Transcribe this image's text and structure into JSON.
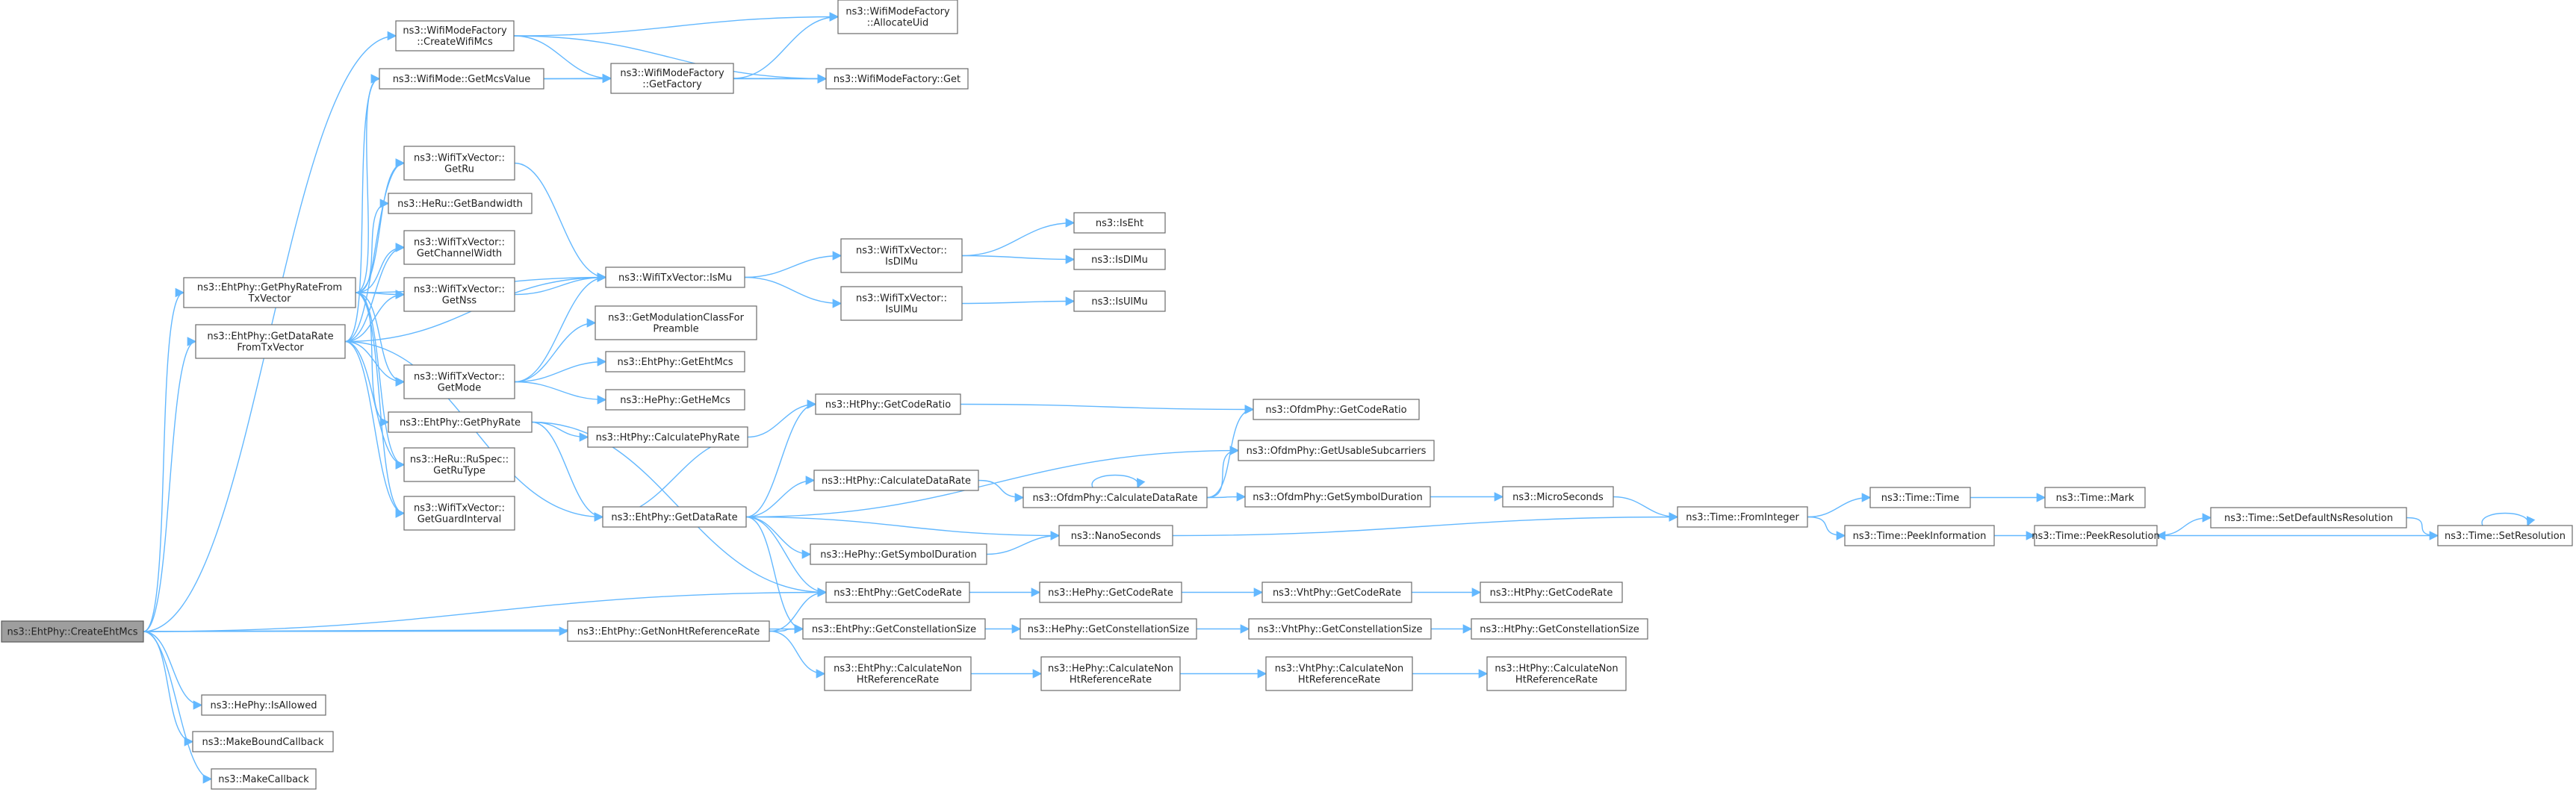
{
  "diagram": {
    "nodes": [
      {
        "id": "root",
        "lines": [
          "ns3::EhtPhy::CreateEhtMcs"
        ]
      },
      {
        "id": "createWifiMcs",
        "lines": [
          "ns3::WifiModeFactory",
          "::CreateWifiMcs"
        ]
      },
      {
        "id": "getMcsValue",
        "lines": [
          "ns3::WifiMode::GetMcsValue"
        ]
      },
      {
        "id": "allocateUid",
        "lines": [
          "ns3::WifiModeFactory",
          "::AllocateUid"
        ]
      },
      {
        "id": "factoryGet",
        "lines": [
          "ns3::WifiModeFactory::Get"
        ]
      },
      {
        "id": "getFactory",
        "lines": [
          "ns3::WifiModeFactory",
          "::GetFactory"
        ]
      },
      {
        "id": "getRu",
        "lines": [
          "ns3::WifiTxVector::",
          "GetRu"
        ]
      },
      {
        "id": "heRuGetBw",
        "lines": [
          "ns3::HeRu::GetBandwidth"
        ]
      },
      {
        "id": "getChannelWidth",
        "lines": [
          "ns3::WifiTxVector::",
          "GetChannelWidth"
        ]
      },
      {
        "id": "getNss",
        "lines": [
          "ns3::WifiTxVector::",
          "GetNss"
        ]
      },
      {
        "id": "getMode",
        "lines": [
          "ns3::WifiTxVector::",
          "GetMode"
        ]
      },
      {
        "id": "getPhyRateFromTx",
        "lines": [
          "ns3::EhtPhy::GetPhyRateFrom",
          "TxVector"
        ]
      },
      {
        "id": "getDataRateFromTx",
        "lines": [
          "ns3::EhtPhy::GetDataRate",
          "FromTxVector"
        ]
      },
      {
        "id": "ehtGetPhyRate",
        "lines": [
          "ns3::EhtPhy::GetPhyRate"
        ]
      },
      {
        "id": "getRuType",
        "lines": [
          "ns3::HeRu::RuSpec::",
          "GetRuType"
        ]
      },
      {
        "id": "getGuardInterval",
        "lines": [
          "ns3::WifiTxVector::",
          "GetGuardInterval"
        ]
      },
      {
        "id": "isMu",
        "lines": [
          "ns3::WifiTxVector::IsMu"
        ]
      },
      {
        "id": "getModClass",
        "lines": [
          "ns3::GetModulationClassFor",
          "Preamble"
        ]
      },
      {
        "id": "getEhtMcs",
        "lines": [
          "ns3::EhtPhy::GetEhtMcs"
        ]
      },
      {
        "id": "getHeMcs",
        "lines": [
          "ns3::HePhy::GetHeMcs"
        ]
      },
      {
        "id": "isDlMuVec",
        "lines": [
          "ns3::WifiTxVector::",
          "IsDlMu"
        ]
      },
      {
        "id": "isUlMuVec",
        "lines": [
          "ns3::WifiTxVector::",
          "IsUlMu"
        ]
      },
      {
        "id": "isEht",
        "lines": [
          "ns3::IsEht"
        ]
      },
      {
        "id": "isDlMu",
        "lines": [
          "ns3::IsDlMu"
        ]
      },
      {
        "id": "isUlMu",
        "lines": [
          "ns3::IsUlMu"
        ]
      },
      {
        "id": "htCalcPhyRate",
        "lines": [
          "ns3::HtPhy::CalculatePhyRate"
        ]
      },
      {
        "id": "htGetCodeRatio",
        "lines": [
          "ns3::HtPhy::GetCodeRatio"
        ]
      },
      {
        "id": "ofdmGetCodeRatio",
        "lines": [
          "ns3::OfdmPhy::GetCodeRatio"
        ]
      },
      {
        "id": "ofdmUsable",
        "lines": [
          "ns3::OfdmPhy::GetUsableSubcarriers"
        ]
      },
      {
        "id": "htCalcDataRate",
        "lines": [
          "ns3::HtPhy::CalculateDataRate"
        ]
      },
      {
        "id": "ofdmCalcDataRate",
        "lines": [
          "ns3::OfdmPhy::CalculateDataRate"
        ]
      },
      {
        "id": "ofdmSymbolDur",
        "lines": [
          "ns3::OfdmPhy::GetSymbolDuration"
        ]
      },
      {
        "id": "microSeconds",
        "lines": [
          "ns3::MicroSeconds"
        ]
      },
      {
        "id": "ehtGetDataRate",
        "lines": [
          "ns3::EhtPhy::GetDataRate"
        ]
      },
      {
        "id": "heSymbolDur",
        "lines": [
          "ns3::HePhy::GetSymbolDuration"
        ]
      },
      {
        "id": "nanoSeconds",
        "lines": [
          "ns3::NanoSeconds"
        ]
      },
      {
        "id": "fromInteger",
        "lines": [
          "ns3::Time::FromInteger"
        ]
      },
      {
        "id": "timeTime",
        "lines": [
          "ns3::Time::Time"
        ]
      },
      {
        "id": "timeMark",
        "lines": [
          "ns3::Time::Mark"
        ]
      },
      {
        "id": "peekInfo",
        "lines": [
          "ns3::Time::PeekInformation"
        ]
      },
      {
        "id": "peekRes",
        "lines": [
          "ns3::Time::PeekResolution"
        ]
      },
      {
        "id": "setDefaultNs",
        "lines": [
          "ns3::Time::SetDefaultNsResolution"
        ]
      },
      {
        "id": "setRes",
        "lines": [
          "ns3::Time::SetResolution"
        ]
      },
      {
        "id": "ehtGetCodeRate",
        "lines": [
          "ns3::EhtPhy::GetCodeRate"
        ]
      },
      {
        "id": "heGetCodeRate",
        "lines": [
          "ns3::HePhy::GetCodeRate"
        ]
      },
      {
        "id": "vhtGetCodeRate",
        "lines": [
          "ns3::VhtPhy::GetCodeRate"
        ]
      },
      {
        "id": "htGetCodeRate",
        "lines": [
          "ns3::HtPhy::GetCodeRate"
        ]
      },
      {
        "id": "getNonHtRef",
        "lines": [
          "ns3::EhtPhy::GetNonHtReferenceRate"
        ]
      },
      {
        "id": "ehtConstSize",
        "lines": [
          "ns3::EhtPhy::GetConstellationSize"
        ]
      },
      {
        "id": "heConstSize",
        "lines": [
          "ns3::HePhy::GetConstellationSize"
        ]
      },
      {
        "id": "vhtConstSize",
        "lines": [
          "ns3::VhtPhy::GetConstellationSize"
        ]
      },
      {
        "id": "htConstSize",
        "lines": [
          "ns3::HtPhy::GetConstellationSize"
        ]
      },
      {
        "id": "ehtCalcNonHt",
        "lines": [
          "ns3::EhtPhy::CalculateNon",
          "HtReferenceRate"
        ]
      },
      {
        "id": "heCalcNonHt",
        "lines": [
          "ns3::HePhy::CalculateNon",
          "HtReferenceRate"
        ]
      },
      {
        "id": "vhtCalcNonHt",
        "lines": [
          "ns3::VhtPhy::CalculateNon",
          "HtReferenceRate"
        ]
      },
      {
        "id": "htCalcNonHt",
        "lines": [
          "ns3::HtPhy::CalculateNon",
          "HtReferenceRate"
        ]
      },
      {
        "id": "isAllowed",
        "lines": [
          "ns3::HePhy::IsAllowed"
        ]
      },
      {
        "id": "makeBound",
        "lines": [
          "ns3::MakeBoundCallback"
        ]
      },
      {
        "id": "makeCallback",
        "lines": [
          "ns3::MakeCallback"
        ]
      }
    ],
    "edges": [
      [
        "root",
        "createWifiMcs"
      ],
      [
        "root",
        "getPhyRateFromTx"
      ],
      [
        "root",
        "getDataRateFromTx"
      ],
      [
        "root",
        "ehtGetCodeRate"
      ],
      [
        "root",
        "getNonHtRef"
      ],
      [
        "root",
        "ehtConstSize"
      ],
      [
        "root",
        "isAllowed"
      ],
      [
        "root",
        "makeBound"
      ],
      [
        "root",
        "makeCallback"
      ],
      [
        "createWifiMcs",
        "allocateUid"
      ],
      [
        "createWifiMcs",
        "getFactory"
      ],
      [
        "createWifiMcs",
        "factoryGet"
      ],
      [
        "getMcsValue",
        "getFactory"
      ],
      [
        "getMcsValue",
        "factoryGet"
      ],
      [
        "getFactory",
        "allocateUid"
      ],
      [
        "getFactory",
        "factoryGet"
      ],
      [
        "getRu",
        "isMu"
      ],
      [
        "getNss",
        "isMu"
      ],
      [
        "getMode",
        "isMu"
      ],
      [
        "getMode",
        "getModClass"
      ],
      [
        "getMode",
        "getEhtMcs"
      ],
      [
        "getMode",
        "getHeMcs"
      ],
      [
        "isMu",
        "isDlMuVec"
      ],
      [
        "isMu",
        "isUlMuVec"
      ],
      [
        "isDlMuVec",
        "isEht"
      ],
      [
        "isDlMuVec",
        "isDlMu"
      ],
      [
        "isUlMuVec",
        "isUlMu"
      ],
      [
        "getPhyRateFromTx",
        "getMcsValue"
      ],
      [
        "getPhyRateFromTx",
        "getRu"
      ],
      [
        "getPhyRateFromTx",
        "heRuGetBw"
      ],
      [
        "getPhyRateFromTx",
        "getChannelWidth"
      ],
      [
        "getPhyRateFromTx",
        "getNss"
      ],
      [
        "getPhyRateFromTx",
        "getMode"
      ],
      [
        "getPhyRateFromTx",
        "ehtGetPhyRate"
      ],
      [
        "getPhyRateFromTx",
        "getRuType"
      ],
      [
        "getPhyRateFromTx",
        "getGuardInterval"
      ],
      [
        "getPhyRateFromTx",
        "isMu"
      ],
      [
        "getDataRateFromTx",
        "getMcsValue"
      ],
      [
        "getDataRateFromTx",
        "getRu"
      ],
      [
        "getDataRateFromTx",
        "getChannelWidth"
      ],
      [
        "getDataRateFromTx",
        "getNss"
      ],
      [
        "getDataRateFromTx",
        "getMode"
      ],
      [
        "getDataRateFromTx",
        "getRuType"
      ],
      [
        "getDataRateFromTx",
        "getGuardInterval"
      ],
      [
        "getDataRateFromTx",
        "isMu"
      ],
      [
        "getDataRateFromTx",
        "ehtGetDataRate"
      ],
      [
        "ehtGetPhyRate",
        "htCalcPhyRate"
      ],
      [
        "ehtGetPhyRate",
        "ehtGetDataRate"
      ],
      [
        "ehtGetPhyRate",
        "ehtGetCodeRate"
      ],
      [
        "htCalcPhyRate",
        "htGetCodeRatio"
      ],
      [
        "htCalcPhyRate",
        "ehtGetDataRate"
      ],
      [
        "htGetCodeRatio",
        "ofdmGetCodeRatio"
      ],
      [
        "ehtGetDataRate",
        "htGetCodeRatio"
      ],
      [
        "ehtGetDataRate",
        "ofdmUsable"
      ],
      [
        "ehtGetDataRate",
        "htCalcDataRate"
      ],
      [
        "ehtGetDataRate",
        "heSymbolDur"
      ],
      [
        "ehtGetDataRate",
        "nanoSeconds"
      ],
      [
        "ehtGetDataRate",
        "ehtGetCodeRate"
      ],
      [
        "ehtGetDataRate",
        "ehtConstSize"
      ],
      [
        "htCalcDataRate",
        "ofdmCalcDataRate"
      ],
      [
        "ofdmCalcDataRate",
        "ofdmCalcDataRate"
      ],
      [
        "ofdmCalcDataRate",
        "ofdmGetCodeRatio"
      ],
      [
        "ofdmCalcDataRate",
        "ofdmUsable"
      ],
      [
        "ofdmCalcDataRate",
        "ofdmSymbolDur"
      ],
      [
        "ofdmSymbolDur",
        "microSeconds"
      ],
      [
        "microSeconds",
        "fromInteger"
      ],
      [
        "heSymbolDur",
        "nanoSeconds"
      ],
      [
        "nanoSeconds",
        "fromInteger"
      ],
      [
        "fromInteger",
        "timeTime"
      ],
      [
        "fromInteger",
        "peekInfo"
      ],
      [
        "timeTime",
        "timeMark"
      ],
      [
        "peekInfo",
        "peekRes"
      ],
      [
        "peekRes",
        "setDefaultNs"
      ],
      [
        "setDefaultNs",
        "setRes"
      ],
      [
        "setRes",
        "peekRes"
      ],
      [
        "setRes",
        "setRes"
      ],
      [
        "ehtGetCodeRate",
        "heGetCodeRate"
      ],
      [
        "heGetCodeRate",
        "vhtGetCodeRate"
      ],
      [
        "vhtGetCodeRate",
        "htGetCodeRate"
      ],
      [
        "getNonHtRef",
        "ehtGetCodeRate"
      ],
      [
        "getNonHtRef",
        "ehtConstSize"
      ],
      [
        "getNonHtRef",
        "ehtCalcNonHt"
      ],
      [
        "ehtConstSize",
        "heConstSize"
      ],
      [
        "heConstSize",
        "vhtConstSize"
      ],
      [
        "vhtConstSize",
        "htConstSize"
      ],
      [
        "ehtCalcNonHt",
        "heCalcNonHt"
      ],
      [
        "heCalcNonHt",
        "vhtCalcNonHt"
      ],
      [
        "vhtCalcNonHt",
        "htCalcNonHt"
      ]
    ]
  }
}
